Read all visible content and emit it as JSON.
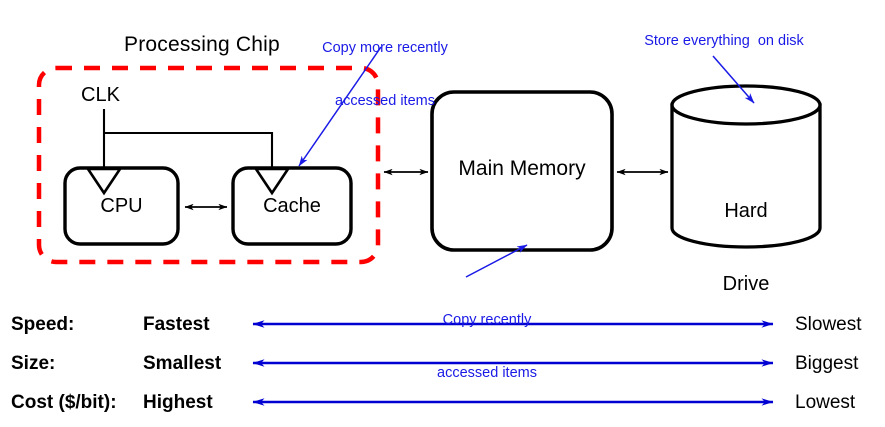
{
  "diagram": {
    "title_chip": "Processing Chip",
    "clk": "CLK",
    "blocks": {
      "cpu": "CPU",
      "cache": "Cache",
      "main_memory": "Main Memory",
      "hard_drive_line1": "Hard",
      "hard_drive_line2": "Drive"
    },
    "annotations": {
      "cache_note_line1": "Copy more recently",
      "cache_note_line2": "accessed items",
      "disk_note": "Store everything  on disk",
      "memory_note_line1": "Copy recently",
      "memory_note_line2": "accessed items"
    },
    "comparison_rows": [
      {
        "key": "Speed:",
        "left": "Fastest",
        "right": "Slowest"
      },
      {
        "key": "Size:",
        "left": "Smallest",
        "right": "Biggest"
      },
      {
        "key": "Cost ($/bit):",
        "left": "Highest",
        "right": "Lowest"
      }
    ],
    "colors": {
      "chip_border": "#ff0000",
      "annotation": "#1a1ae6",
      "comparison_arrow": "#0000d2",
      "outline": "#000000",
      "background": "#ffffff"
    }
  }
}
